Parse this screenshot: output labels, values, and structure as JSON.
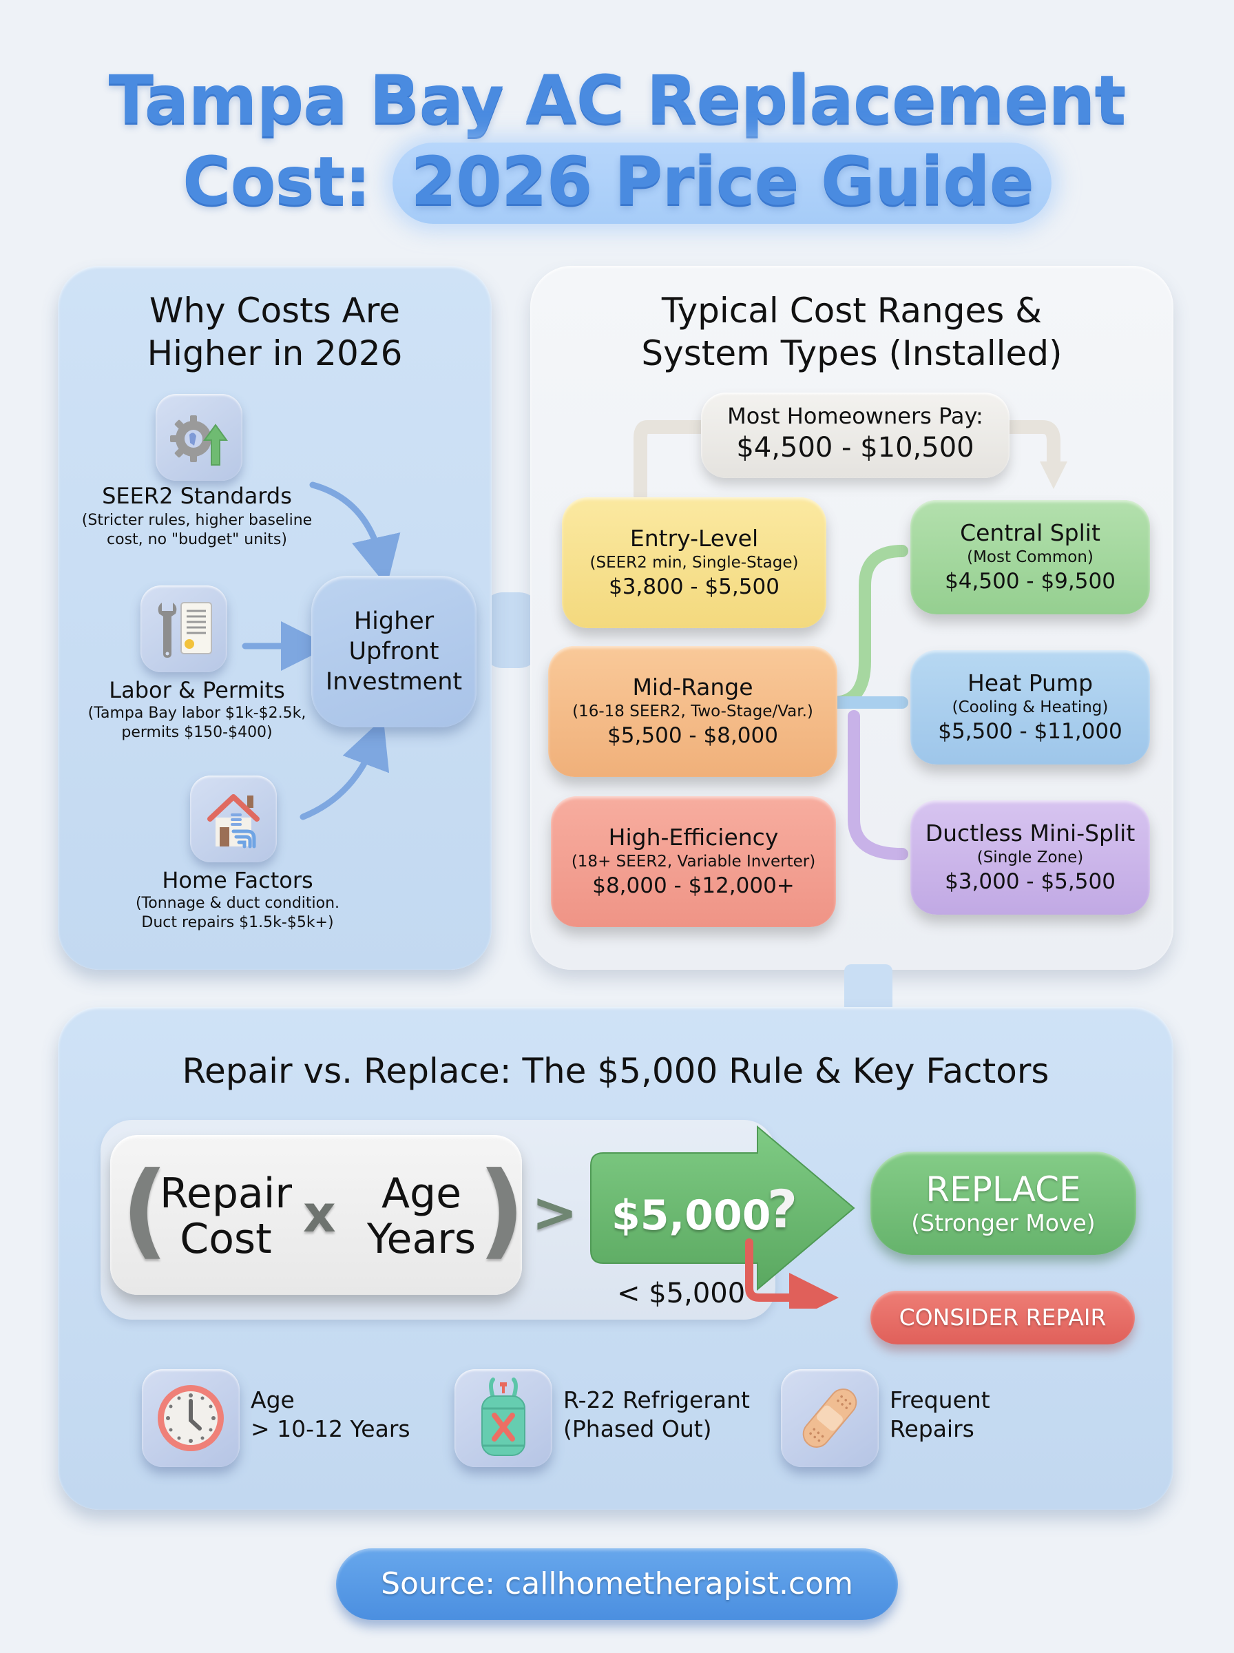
{
  "title": {
    "line1": "Tampa Bay AC Replacement",
    "line2_prefix": "Cost:",
    "line2_highlight": "2026 Price Guide",
    "color": "#4a8be0"
  },
  "why_costs": {
    "heading_line1": "Why Costs Are",
    "heading_line2": "Higher in 2026",
    "factors": [
      {
        "icon": "gear-arrow-up-icon",
        "label": "SEER2 Standards",
        "desc_line1": "(Stricter rules, higher baseline",
        "desc_line2": "cost, no \"budget\" units)"
      },
      {
        "icon": "wrench-document-icon",
        "label": "Labor & Permits",
        "desc_line1": "(Tampa Bay labor $1k-$2.5k,",
        "desc_line2": "permits $150-$400)"
      },
      {
        "icon": "house-duct-icon",
        "label": "Home Factors",
        "desc_line1": "(Tonnage & duct condition.",
        "desc_line2": "Duct repairs $1.5k-$5k+)"
      }
    ],
    "result_line1": "Higher",
    "result_line2": "Upfront",
    "result_line3": "Investment"
  },
  "cost_ranges": {
    "heading_line1": "Typical Cost Ranges &",
    "heading_line2": "System Types (Installed)",
    "most_pay_label": "Most Homeowners Pay:",
    "most_pay_range": "$4,500 - $10,500",
    "tiers": [
      {
        "name": "Entry-Level",
        "sub": "(SEER2 min, Single-Stage)",
        "price": "$3,800 - $5,500",
        "color": "#f6df8b"
      },
      {
        "name": "Mid-Range",
        "sub": "(16-18 SEER2, Two-Stage/Var.)",
        "price": "$5,500 - $8,000",
        "color": "#f4bb86"
      },
      {
        "name": "High-Efficiency",
        "sub": "(18+ SEER2, Variable Inverter)",
        "price": "$8,000 - $12,000+",
        "color": "#f39f91"
      }
    ],
    "system_types": [
      {
        "name": "Central Split",
        "sub": "(Most Common)",
        "price": "$4,500 - $9,500",
        "color": "#a3d79e"
      },
      {
        "name": "Heat Pump",
        "sub": "(Cooling & Heating)",
        "price": "$5,500 - $11,000",
        "color": "#aacfee"
      },
      {
        "name": "Ductless Mini-Split",
        "sub": "(Single Zone)",
        "price": "$3,000 - $5,500",
        "color": "#ccb6ea"
      }
    ]
  },
  "repair_replace": {
    "heading": "Repair vs. Replace: The $5,000 Rule & Key Factors",
    "formula": {
      "open_paren": "(",
      "term1_line1": "Repair",
      "term1_line2": "Cost",
      "operator": "x",
      "term2_line1": "Age",
      "term2_line2": "Years",
      "close_paren": ")",
      "comparison": ">"
    },
    "threshold": "$5,000",
    "threshold_mark": "?",
    "below_label": "< $5,000",
    "replace_label": "REPLACE",
    "replace_sub": "(Stronger Move)",
    "repair_label": "CONSIDER REPAIR",
    "colors": {
      "replace": "#72bd77",
      "repair": "#e4685f"
    },
    "key_factors": [
      {
        "icon": "clock-icon",
        "line1": "Age",
        "line2": "> 10-12 Years"
      },
      {
        "icon": "refrigerant-tank-icon",
        "line1": "R-22 Refrigerant",
        "line2": "(Phased Out)"
      },
      {
        "icon": "bandage-icon",
        "line1": "Frequent",
        "line2": "Repairs"
      }
    ]
  },
  "footer": {
    "source": "Source: callhometherapist.com"
  }
}
